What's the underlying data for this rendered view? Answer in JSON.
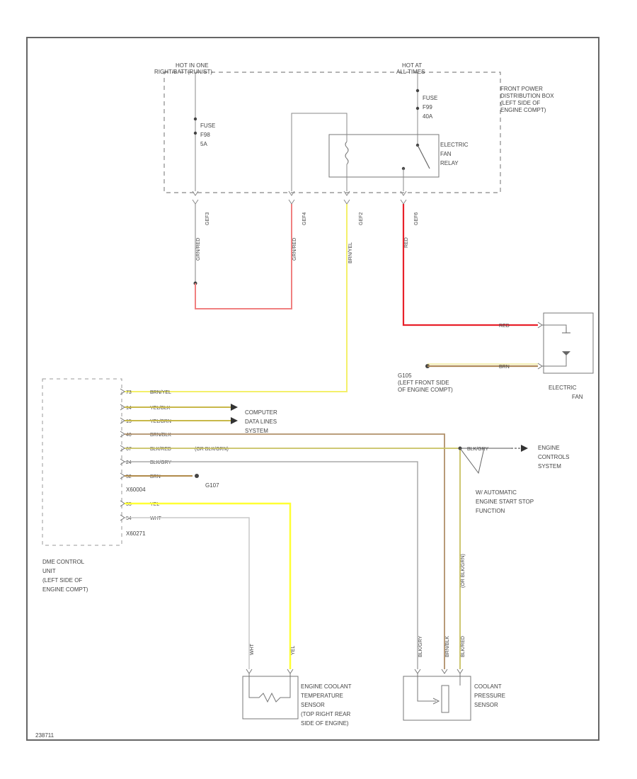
{
  "colors": {
    "red": "#e8202a",
    "red_light": "#f08080",
    "yellow": "#f4f06a",
    "yellow_bright": "#ffff33",
    "tan": "#d8b088",
    "brown": "#a07850",
    "grey": "#9a9a9a",
    "white_wire": "#c8c8c8",
    "border": "#555555"
  },
  "source_labels": {
    "hot_in_one": "HOT IN ONE",
    "hot_in_one_sub": "RIGHT/BATT(RUN/ST)",
    "hot_at": "HOT AT",
    "hot_at_sub": "ALL TIMES"
  },
  "pdb": {
    "l1": "FRONT POWER",
    "l2": "DISTRIBUTION BOX",
    "l3": "(LEFT SIDE OF",
    "l4": "ENGINE COMPT)"
  },
  "fuse_a": {
    "l1": "FUSE",
    "l2": "F98",
    "l3": "5A"
  },
  "fuse_b": {
    "l1": "FUSE",
    "l2": "F99",
    "l3": "40A"
  },
  "relay": {
    "l1": "ELECTRIC",
    "l2": "FAN",
    "l3": "RELAY"
  },
  "pdb_pins": [
    "GEF3",
    "GEF4",
    "GEF2",
    "GEF6"
  ],
  "pdb_wires": [
    "GRN/RED",
    "GRN/RED",
    "BRN/YEL",
    "RED"
  ],
  "fan": {
    "wire_red": "RED",
    "wire_brn": "BRN",
    "ground": "G105",
    "ground_l1": "(LEFT FRONT SIDE",
    "ground_l2": "OF ENGINE COMPT)",
    "label_l1": "ELECTRIC",
    "label_l2": "FAN"
  },
  "ecu": {
    "pins": [
      {
        "pin": "73",
        "wire": "BRN/YEL"
      },
      {
        "pin": "14",
        "wire": "YEL/BLK"
      },
      {
        "pin": "15",
        "wire": "YEL/BRN"
      },
      {
        "pin": "40",
        "wire": "BRN/BLK"
      },
      {
        "pin": "67",
        "wire": "BLK/RED",
        "wire2": "(OR BLK/GRN)"
      },
      {
        "pin": "24",
        "wire": "BLK/GRY"
      },
      {
        "pin": "52",
        "wire": "BRN"
      },
      {
        "pin": "55",
        "wire": "YEL"
      },
      {
        "pin": "54",
        "wire": "WHT"
      }
    ],
    "conn_a": "X60004",
    "conn_b": "X60271",
    "gnd": "G107",
    "name_l1": "DME CONTROL",
    "name_l2": "UNIT",
    "name_l3": "(LEFT SIDE OF",
    "name_l4": "ENGINE COMPT)"
  },
  "computer_dl": {
    "l1": "COMPUTER",
    "l2": "DATA LINES",
    "l3": "SYSTEM"
  },
  "engine_controls": {
    "wire": "BLK/GRY",
    "l1": "ENGINE",
    "l2": "CONTROLS",
    "l3": "SYSTEM"
  },
  "auto_stop": {
    "l1": "W/ AUTOMATIC",
    "l2": "ENGINE START STOP",
    "l3": "FUNCTION"
  },
  "coolant_pressure": {
    "wires": [
      "BLK/GRY",
      "BRN/BLK",
      "BLK/RED",
      "(OR BLK/GRN)"
    ],
    "l1": "COOLANT",
    "l2": "PRESSURE",
    "l3": "SENSOR"
  },
  "ect_sensor": {
    "wire_wht": "WHT",
    "wire_yel": "YEL",
    "l1": "ENGINE COOLANT",
    "l2": "TEMPERATURE",
    "l3": "SENSOR",
    "l4": "(TOP RIGHT REAR",
    "l5": "SIDE OF ENGINE)"
  },
  "figure_id": "238711"
}
